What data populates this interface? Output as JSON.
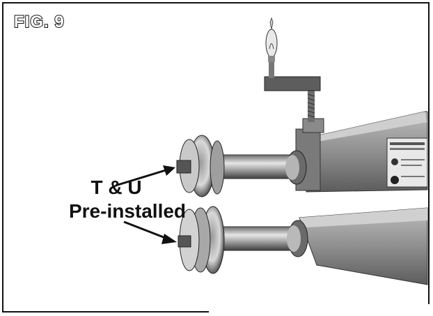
{
  "figure": {
    "label": "FIG. 9",
    "caption_line1": "T & U",
    "caption_line2": "Pre-installed"
  },
  "colors": {
    "ink": "#111111",
    "metal_dark": "#4a4a4a",
    "metal_mid": "#8a8a8a",
    "metal_light": "#d6d6d6",
    "arm": "#9a9a9a"
  },
  "icons": [
    "arrow-icon",
    "bulb-icon"
  ]
}
